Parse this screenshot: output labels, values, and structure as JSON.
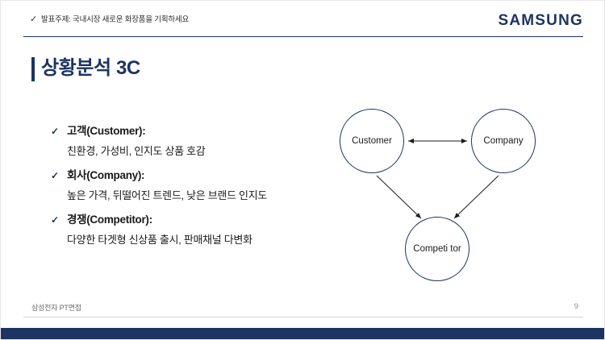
{
  "header": {
    "check_icon": "✓",
    "topic": "발표주제: 국내시장 새로운 화장품을 기획하세요",
    "brand": "SAMSUNG"
  },
  "title": "상황분석 3C",
  "bullets": [
    {
      "check_icon": "✓",
      "head": "고객(Customer):",
      "sub": "친환경, 가성비, 인지도 상품 호감"
    },
    {
      "check_icon": "✓",
      "head": "회사(Company):",
      "sub": "높은 가격, 뒤떨어진 트렌드, 낮은 브랜드 인지도"
    },
    {
      "check_icon": "✓",
      "head": "경쟁(Competitor):",
      "sub": "다양한 타겟형 신상품 출시, 판매채널 다변화"
    }
  ],
  "diagram": {
    "nodes": [
      {
        "id": "customer",
        "label": "Customer"
      },
      {
        "id": "company",
        "label": "Company"
      },
      {
        "id": "competitor",
        "label": "Competi\ntor"
      }
    ]
  },
  "footer": {
    "note": "삼성전자 PT면접",
    "page": "9"
  },
  "colors": {
    "accent": "#1d3461",
    "text": "#1a1a1a",
    "muted": "#6a6a6a"
  }
}
